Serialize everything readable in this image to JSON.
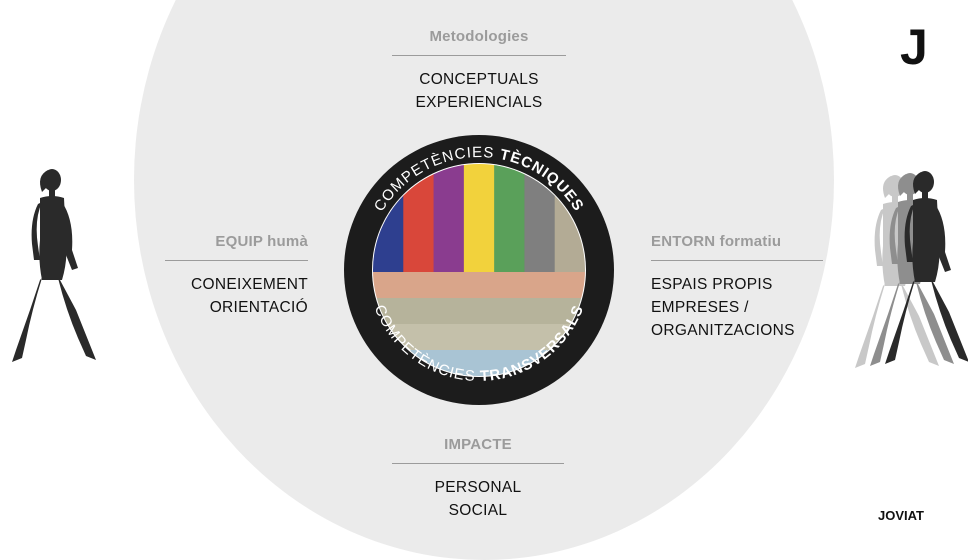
{
  "top": {
    "heading": "Metodologies",
    "lines": [
      "CONCEPTUALS",
      "EXPERIENCIALS"
    ]
  },
  "left": {
    "heading": "EQUIP humà",
    "lines": [
      "CONEIXEMENT",
      "ORIENTACIÓ"
    ]
  },
  "right": {
    "heading": "ENTORN formatiu",
    "lines": [
      "ESPAIS PROPIS",
      "EMPRESES /",
      "ORGANITZACIONS"
    ]
  },
  "bottom": {
    "heading": "IMPACTE",
    "lines": [
      "PERSONAL",
      "SOCIAL"
    ]
  },
  "wheel": {
    "top_label_light": "COMPETÈNCIES ",
    "top_label_bold": "TÈCNIQUES",
    "bottom_label_light": "COMPETÈNCIES ",
    "bottom_label_bold": "TRANSVERSALS",
    "stripe_colors": [
      "#2e3f8f",
      "#d9473a",
      "#8a3c8f",
      "#f2d23c",
      "#5aa05a",
      "#7f7f7f",
      "#b3ab95"
    ],
    "band_colors": [
      "#d9a58a",
      "#b6b39b",
      "#c4c0aa",
      "#a9c4d4"
    ],
    "ring_color": "#1c1c1c"
  },
  "logo": {
    "letter": "J",
    "word": "JOVIAT"
  }
}
